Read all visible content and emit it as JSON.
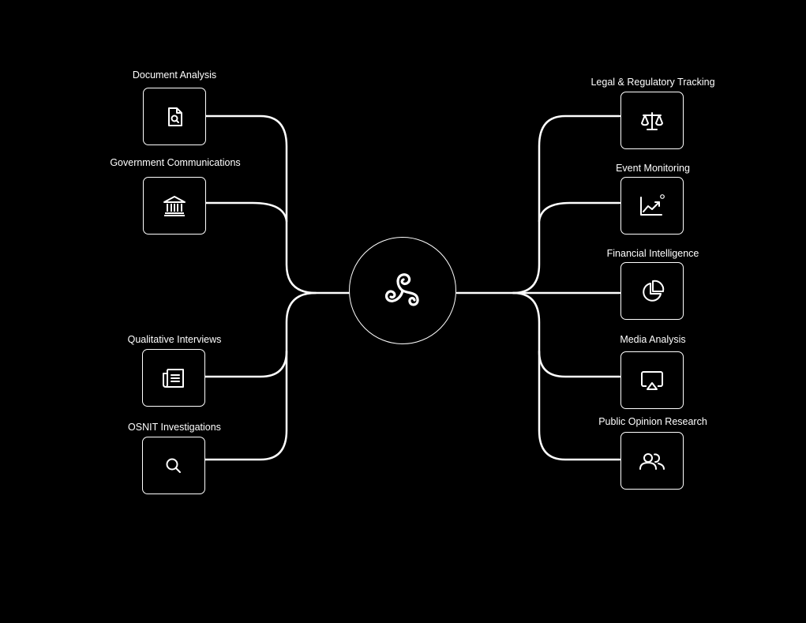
{
  "hub": {
    "icon": "triskelion-icon"
  },
  "left_nodes": [
    {
      "label": "Document Analysis",
      "icon": "document-search-icon"
    },
    {
      "label": "Government Communications",
      "icon": "government-building-icon"
    },
    {
      "label": "Qualitative Interviews",
      "icon": "newspaper-icon"
    },
    {
      "label": "OSNIT Investigations",
      "icon": "search-icon"
    }
  ],
  "right_nodes": [
    {
      "label": "Legal & Regulatory Tracking",
      "icon": "scales-icon"
    },
    {
      "label": "Event Monitoring",
      "icon": "trend-chart-icon"
    },
    {
      "label": "Financial Intelligence",
      "icon": "pie-chart-icon"
    },
    {
      "label": "Media Analysis",
      "icon": "airplay-icon"
    },
    {
      "label": "Public Opinion Research",
      "icon": "users-icon"
    }
  ],
  "colors": {
    "background": "#000000",
    "foreground": "#ffffff"
  }
}
